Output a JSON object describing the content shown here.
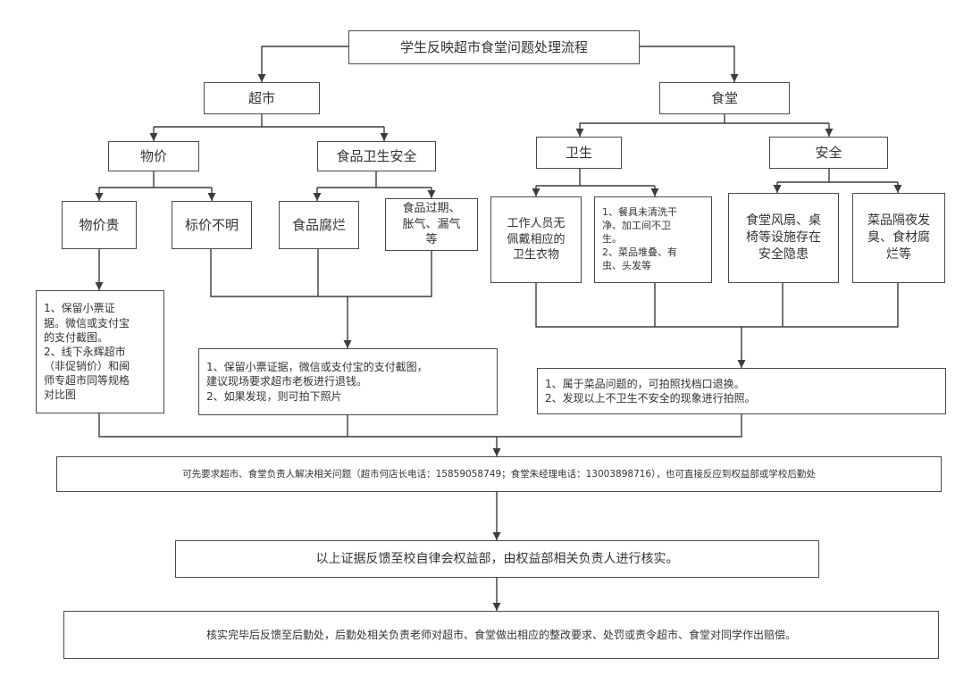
{
  "flowchart": {
    "title": "学生反映超市食堂问题处理流程",
    "supermarket": {
      "label": "超市",
      "price": {
        "label": "物价",
        "expensive": "物价贵",
        "unclear_price": "标价不明",
        "expensive_action": "1、保留小票证\n据。微信或支付宝\n的支付截图。\n2、线下永辉超市\n（非促销价）和闽\n师专超市同等规格\n对比图"
      },
      "food_safety": {
        "label": "食品卫生安全",
        "rotten": "食品腐烂",
        "expired": "食品过期、\n胀气、漏气\n等"
      },
      "action": "1、保留小票证据，微信或支付宝的支付截图，\n建议现场要求超市老板进行退钱。\n2、如果发现，则可拍下照片"
    },
    "canteen": {
      "label": "食堂",
      "hygiene": {
        "label": "卫生",
        "staff": "工作人员无\n佩戴相应的\n卫生衣物",
        "tableware": "1、餐具未清洗干\n净、加工间不卫\n生。\n2、菜品堆叠、有\n虫、头发等"
      },
      "safety": {
        "label": "安全",
        "facilities": "食堂风扇、桌\n椅等设施存在\n安全隐患",
        "spoiled": "菜品隔夜发\n臭、食材腐\n烂等"
      },
      "action": "1、属于菜品问题的，可拍照找档口退换。\n2、发现以上不卫生不安全的现象进行拍照。"
    },
    "step_contact": "可先要求超市、食堂负责人解决相关问题（超市何店长电话：15859058749；食堂朱经理电话：13003898716），也可直接反应到权益部或学校后勤处",
    "step_verify": "以上证据反馈至校自律会权益部，由权益部相关负责人进行核实。",
    "step_final": "核实完毕后反馈至后勤处，后勤处相关负责老师对超市、食堂做出相应的整改要求、处罚或责令超市、食堂对同学作出赔偿。"
  },
  "colors": {
    "line": "#3c3c3c",
    "border": "#4a4a4a",
    "text": "#333333"
  }
}
